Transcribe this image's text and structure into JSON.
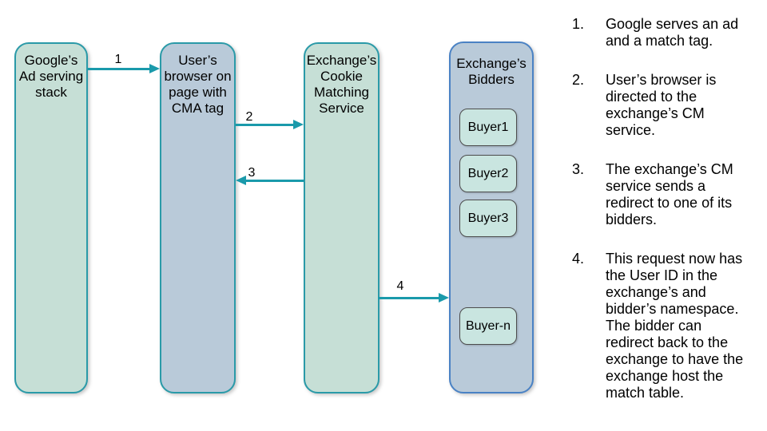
{
  "colors": {
    "border-teal": "#2a9aa8",
    "fill-green": "#c6dfd6",
    "fill-blue": "#b9cad9",
    "border-blue": "#4a82c4",
    "fill-buyer": "#c9e5e0",
    "border-buyer": "#4d4d4d",
    "arrow": "#1a9aab",
    "ink": "#000000",
    "bg": "#ffffff"
  },
  "diagram": {
    "nodes": {
      "ad_stack": {
        "lines": [
          "Google’s",
          "Ad serving",
          "stack"
        ]
      },
      "browser": {
        "lines": [
          "User’s",
          "browser on",
          "page with",
          "CMA tag"
        ]
      },
      "cm_service": {
        "lines": [
          "Exchange’s",
          "Cookie",
          "Matching",
          "Service"
        ]
      },
      "bidders": {
        "title_lines": [
          "Exchange’s",
          "Bidders"
        ],
        "buyers": [
          "Buyer1",
          "Buyer2",
          "Buyer3",
          "Buyer-n"
        ]
      }
    },
    "arrows": [
      {
        "label": "1"
      },
      {
        "label": "2"
      },
      {
        "label": "3"
      },
      {
        "label": "4"
      }
    ]
  },
  "steps": {
    "items": [
      {
        "number": "1.",
        "lines": [
          "Google serves an ad",
          "and a match tag."
        ]
      },
      {
        "number": "2.",
        "lines": [
          "User’s browser is",
          "directed to the",
          "exchange’s CM",
          "service."
        ]
      },
      {
        "number": "3.",
        "lines": [
          "The exchange’s CM",
          "service sends a",
          "redirect to one of its",
          "bidders."
        ]
      },
      {
        "number": "4.",
        "lines": [
          "This request now has",
          "the User ID in the",
          "exchange’s and",
          "bidder’s namespace.",
          "The bidder can",
          "redirect back to the",
          "exchange to have the",
          "exchange host the",
          "match table."
        ]
      }
    ]
  }
}
